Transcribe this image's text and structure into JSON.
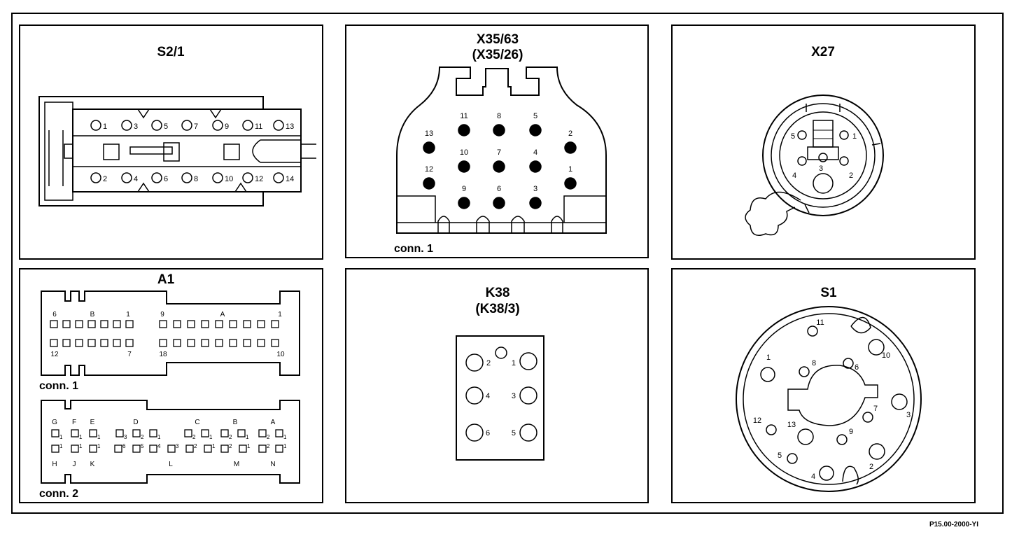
{
  "figure_ref": "P15.00-2000-YI",
  "panels": {
    "s2_1": {
      "title": "S2/1",
      "top_pins": [
        "1",
        "3",
        "5",
        "7",
        "9",
        "11",
        "13"
      ],
      "bottom_pins": [
        "2",
        "4",
        "6",
        "8",
        "10",
        "12",
        "14"
      ]
    },
    "x35": {
      "title": "X35/63",
      "subtitle": "(X35/26)",
      "caption": "conn. 1",
      "pins": [
        "11",
        "8",
        "5",
        "13",
        "2",
        "10",
        "7",
        "4",
        "12",
        "1",
        "9",
        "6",
        "3"
      ]
    },
    "x27": {
      "title": "X27",
      "pins": [
        "5",
        "1",
        "4",
        "3",
        "2"
      ]
    },
    "a1": {
      "title": "A1",
      "conn1": {
        "caption": "conn. 1",
        "labels": [
          "6",
          "B",
          "1",
          "9",
          "A",
          "1",
          "12",
          "7",
          "18",
          "10"
        ]
      },
      "conn2": {
        "caption": "conn. 2",
        "top_letters": [
          "G",
          "F",
          "E",
          "D",
          "C",
          "B",
          "A"
        ],
        "bottom_letters": [
          "H",
          "J",
          "K",
          "L",
          "M",
          "N"
        ],
        "sub_top": [
          "1",
          "1",
          "1",
          "3",
          "2",
          "1",
          "2",
          "1",
          "2",
          "1",
          "2",
          "1"
        ],
        "sub_bottom": [
          "1",
          "1",
          "1",
          "6",
          "5",
          "4",
          "3",
          "2",
          "1",
          "2",
          "1",
          "2",
          "1"
        ]
      }
    },
    "k38": {
      "title": "K38",
      "subtitle": "(K38/3)",
      "pins": [
        "2",
        "1",
        "4",
        "3",
        "6",
        "5"
      ]
    },
    "s1": {
      "title": "S1",
      "pins": [
        "11",
        "10",
        "1",
        "8",
        "6",
        "7",
        "3",
        "12",
        "13",
        "9",
        "5",
        "2",
        "4"
      ]
    }
  }
}
